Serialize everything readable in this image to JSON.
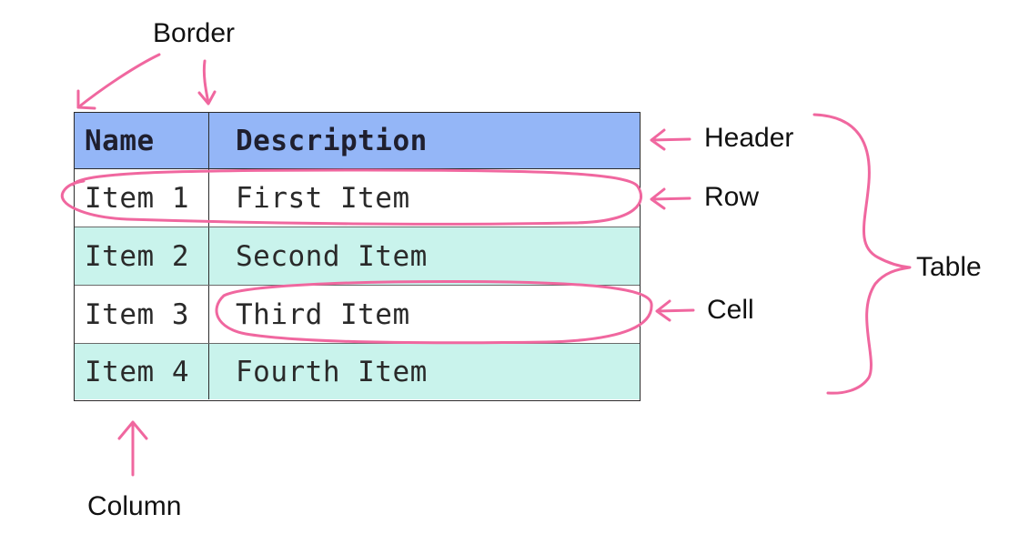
{
  "table": {
    "headers": [
      "Name",
      "Description"
    ],
    "rows": [
      [
        "Item 1",
        "First Item"
      ],
      [
        "Item 2",
        "Second Item"
      ],
      [
        "Item 3",
        "Third Item"
      ],
      [
        "Item 4",
        "Fourth Item"
      ]
    ]
  },
  "labels": {
    "border": "Border",
    "header": "Header",
    "row": "Row",
    "cell": "Cell",
    "table": "Table",
    "column": "Column"
  },
  "colors": {
    "header_fill": "#94b6f7",
    "alt_row_fill": "#c9f3ec",
    "annotation_ink": "#f0679f"
  }
}
